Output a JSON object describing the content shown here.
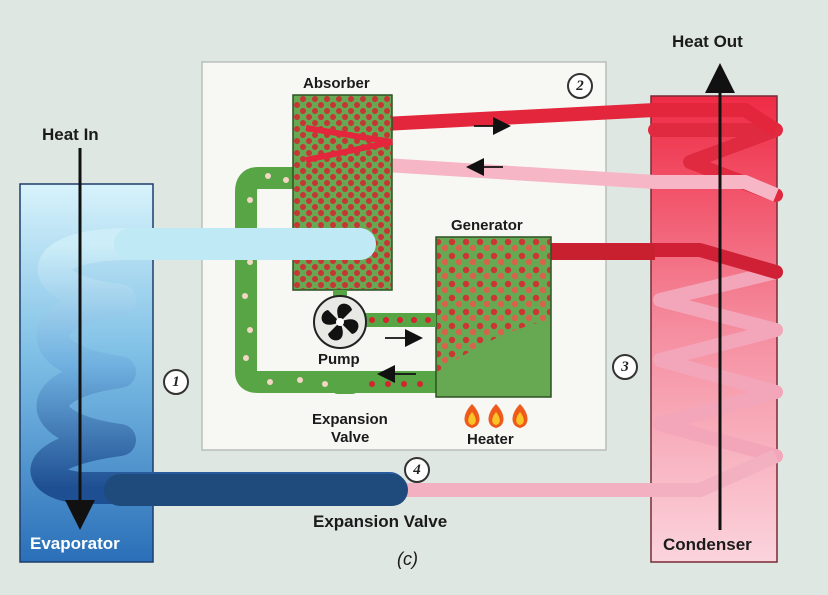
{
  "labels": {
    "heat_in": "Heat In",
    "heat_out": "Heat Out",
    "absorber": "Absorber",
    "generator": "Generator",
    "pump": "Pump",
    "expansion_valve_inner": "Expansion",
    "expansion_valve_inner2": "Valve",
    "heater": "Heater",
    "expansion_valve": "Expansion Valve",
    "evaporator": "Evaporator",
    "condenser": "Condenser",
    "caption": "(c)"
  },
  "steps": [
    "1",
    "2",
    "3",
    "4"
  ],
  "colors": {
    "hot_red": "#e2243a",
    "warm_pink": "#f2a9bd",
    "cool_blue": "#2e7dc4",
    "pale_blue": "#bfe8f4",
    "solution_green": "#5fa84c"
  }
}
